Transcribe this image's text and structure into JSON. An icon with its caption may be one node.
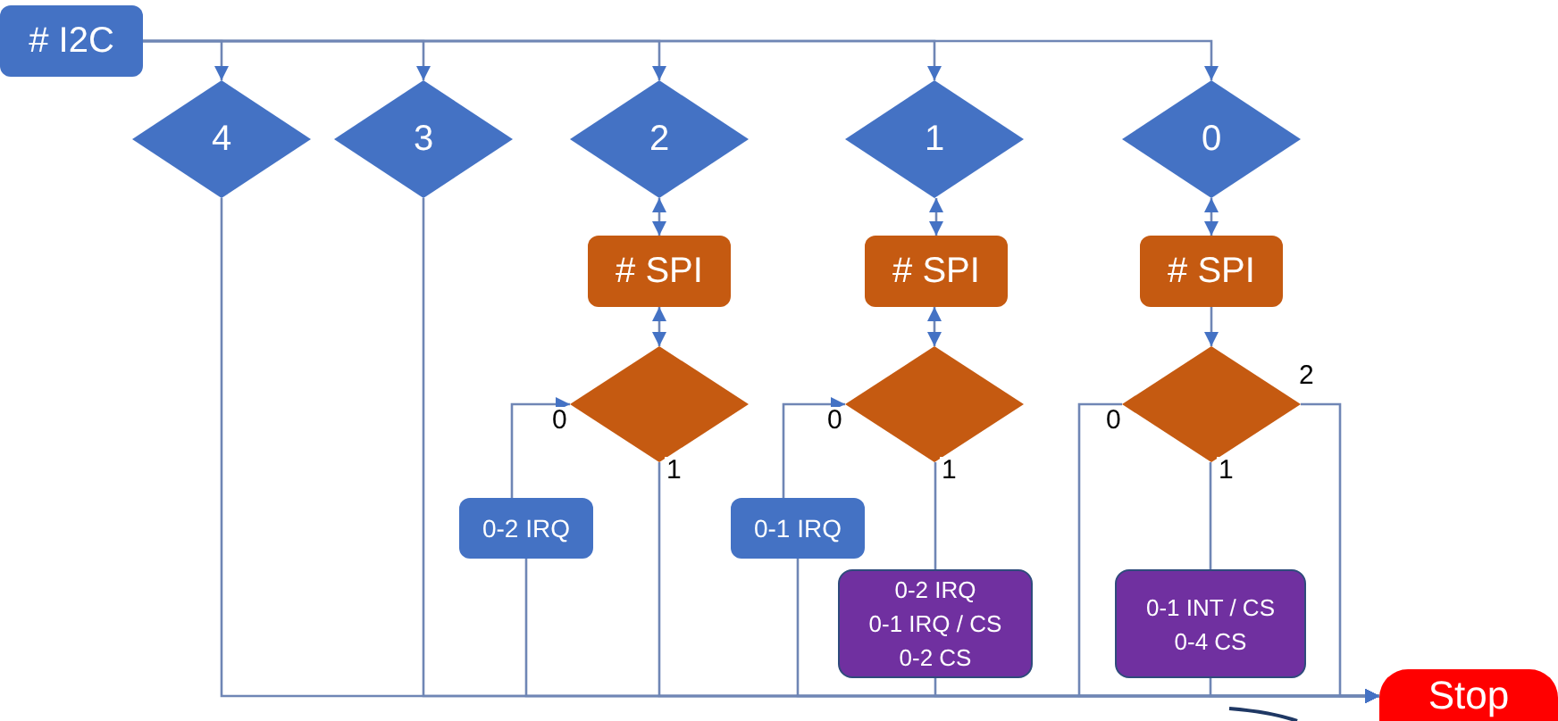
{
  "diagram": {
    "nodes": [
      {
        "text": [
          "# I2C"
        ]
      },
      {
        "text": [
          "4"
        ]
      },
      {
        "text": [
          "3"
        ]
      },
      {
        "text": [
          "2"
        ]
      },
      {
        "text": [
          "1"
        ]
      },
      {
        "text": [
          "0"
        ]
      },
      {
        "text": [
          "# SPI"
        ]
      },
      {
        "text": [
          "# SPI"
        ]
      },
      {
        "text": [
          "# SPI"
        ]
      },
      {
        "text": [],
        "shape": "diamond"
      },
      {
        "text": [],
        "shape": "diamond"
      },
      {
        "text": [],
        "shape": "diamond"
      },
      {
        "text": [
          "0-2 IRQ"
        ]
      },
      {
        "text": [
          "0-1 IRQ"
        ]
      },
      {
        "text": [
          "0-2 IRQ",
          "0-1 IRQ / CS",
          "0-2 CS"
        ]
      },
      {
        "text": [
          "0-1 INT / CS",
          "0-4 CS"
        ]
      },
      {
        "text": [
          "Stop"
        ]
      }
    ],
    "edges": [
      {
        "from": 0,
        "to": 1,
        "arrow": "to"
      },
      {
        "from": 0,
        "to": 2,
        "arrow": "to"
      },
      {
        "from": 0,
        "to": 3,
        "arrow": "to"
      },
      {
        "from": 0,
        "to": 4,
        "arrow": "to"
      },
      {
        "from": 0,
        "to": 5,
        "arrow": "to"
      },
      {
        "from": 3,
        "to": 6,
        "arrow": "both"
      },
      {
        "from": 4,
        "to": 7,
        "arrow": "both"
      },
      {
        "from": 5,
        "to": 8,
        "arrow": "both"
      },
      {
        "from": 6,
        "to": 9,
        "arrow": "both"
      },
      {
        "from": 7,
        "to": 10,
        "arrow": "both"
      },
      {
        "from": 8,
        "to": 11,
        "arrow": "to"
      },
      {
        "from": 1,
        "to": 16,
        "arrow": "to"
      },
      {
        "from": 2,
        "to": 16,
        "arrow": "to"
      },
      {
        "from": 9,
        "to": 16,
        "arrow": "to",
        "label": "1"
      },
      {
        "from": 12,
        "to": 9,
        "arrow": "to",
        "label": "0"
      },
      {
        "from": 12,
        "to": 16,
        "arrow": "to"
      },
      {
        "from": 13,
        "to": 10,
        "arrow": "to",
        "label": "0"
      },
      {
        "from": 13,
        "to": 16,
        "arrow": "to"
      },
      {
        "from": 10,
        "to": 14,
        "arrow": "none",
        "label": "1"
      },
      {
        "from": 14,
        "to": 16,
        "arrow": "to"
      },
      {
        "from": 11,
        "to": 15,
        "arrow": "none",
        "label": "1"
      },
      {
        "from": 15,
        "to": 16,
        "arrow": "to"
      },
      {
        "from": 11,
        "to": 16,
        "arrow": "to",
        "label": "0"
      },
      {
        "from": 11,
        "to": 16,
        "arrow": "to",
        "label": "2"
      }
    ]
  }
}
